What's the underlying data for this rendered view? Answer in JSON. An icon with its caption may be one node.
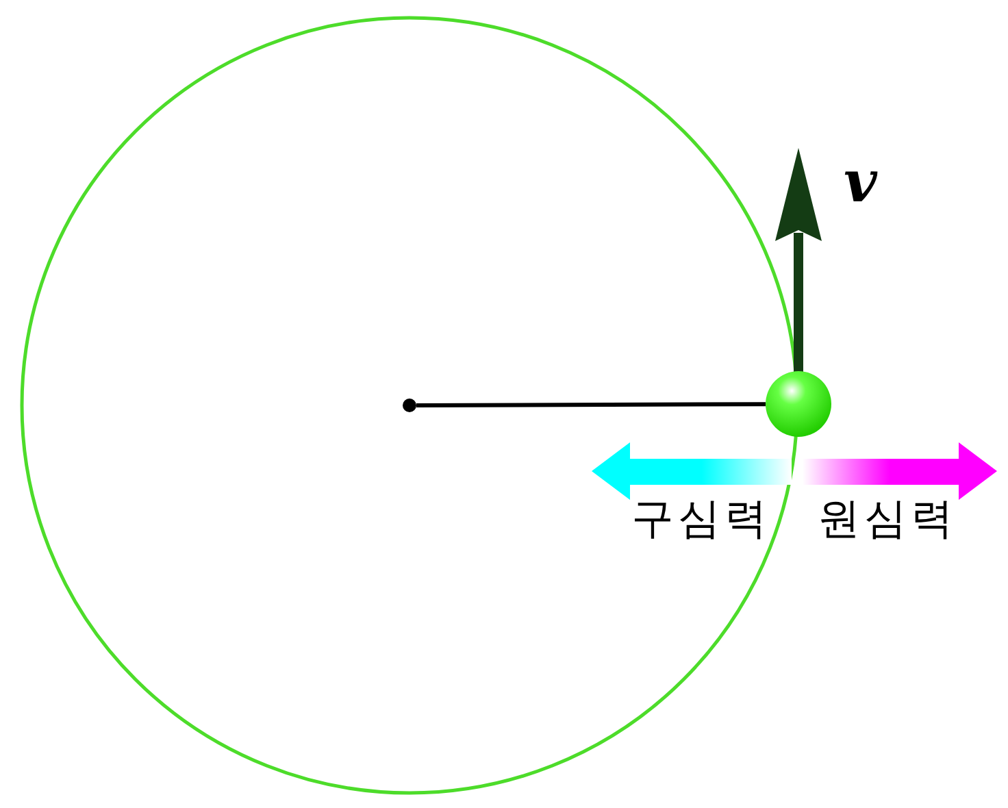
{
  "diagram": {
    "nodes": [
      {
        "text": [],
        "shape": "circle"
      },
      {
        "text": [],
        "shape": "circle"
      }
    ],
    "edges": [
      {
        "from": 0,
        "to": 1,
        "arrow": "none"
      }
    ],
    "labels": [
      "v",
      "구심력",
      "원심력"
    ]
  }
}
